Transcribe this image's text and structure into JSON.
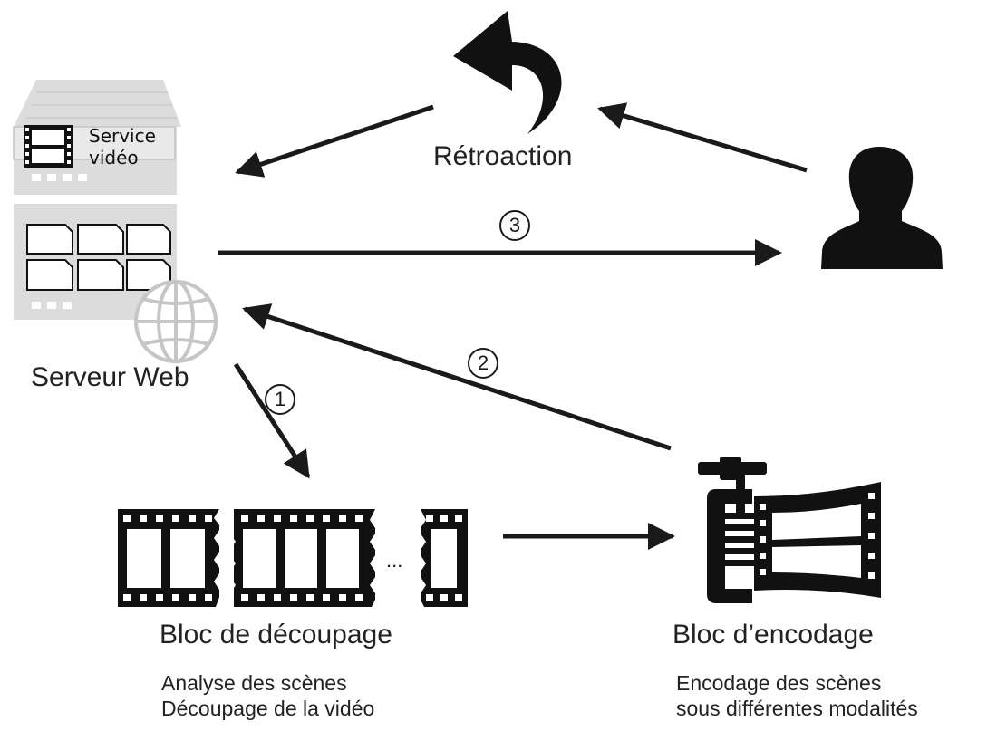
{
  "server": {
    "service_line1": "Service",
    "service_line2": "vidéo",
    "label": "Serveur Web"
  },
  "feedback": {
    "label": "Rétroaction"
  },
  "steps": {
    "one": "1",
    "two": "2",
    "three": "3"
  },
  "cut_block": {
    "title": "Bloc de découpage",
    "desc_line1": "Analyse des scènes",
    "desc_line2": "Découpage de la vidéo",
    "ellipsis": "..."
  },
  "encode_block": {
    "title": "Bloc d’encodage",
    "desc_line1": "Encodage des scènes",
    "desc_line2": "sous différentes modalités"
  },
  "icons": [
    "server-icon",
    "film-icon",
    "globe-icon",
    "document-icon",
    "user-icon",
    "feedback-arrow-icon",
    "film-strip-icon",
    "clamp-compress-icon"
  ],
  "colors": {
    "ink": "#1a1a1a",
    "server_gray": "#dcdcdc",
    "server_light": "#ececec"
  }
}
